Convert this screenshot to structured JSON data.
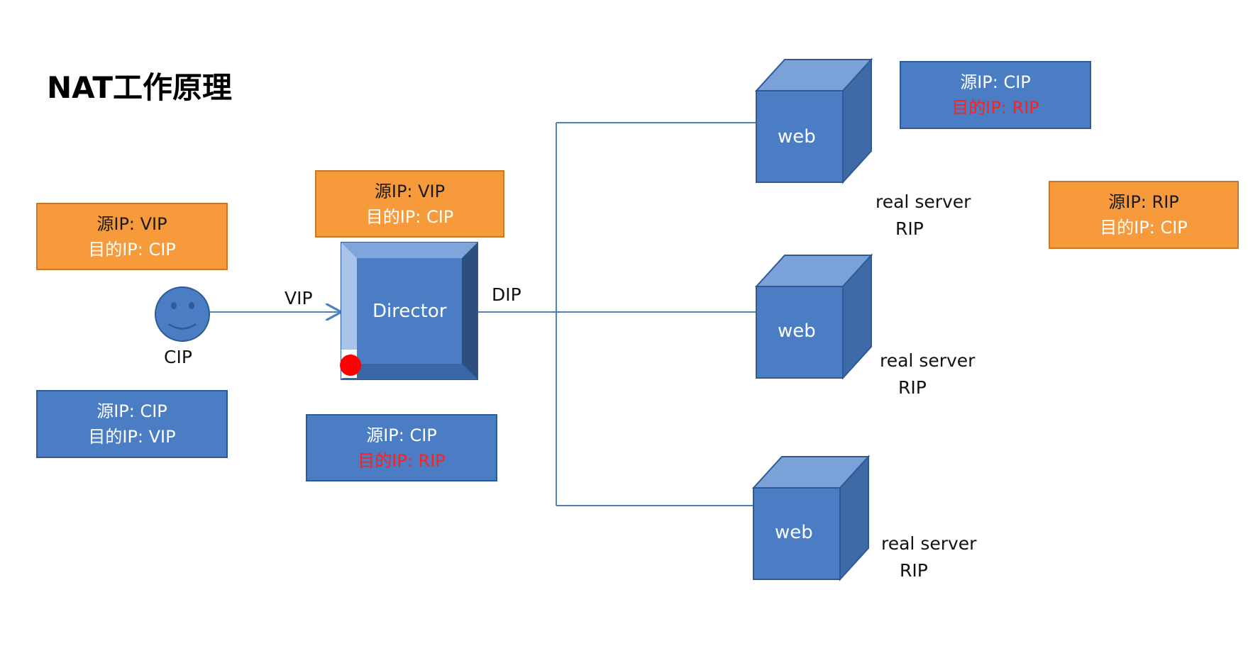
{
  "title": "NAT工作原理",
  "boxes": {
    "client_reply": {
      "src": "源IP: VIP",
      "dst": "目的IP: CIP"
    },
    "client_request": {
      "src": "源IP:  CIP",
      "dst": "目的IP:  VIP"
    },
    "director_reply": {
      "src": "源IP: VIP",
      "dst": "目的IP: CIP"
    },
    "director_request": {
      "src": "源IP:  CIP",
      "dst": "目的IP:  RIP"
    },
    "server_request": {
      "src": "源IP:  CIP",
      "dst": "目的IP:  RIP"
    },
    "server_reply": {
      "src": "源IP: RIP",
      "dst": "目的IP:  CIP"
    }
  },
  "nodes": {
    "client_label": "CIP",
    "director_label": "Director",
    "vip_label": "VIP",
    "dip_label": "DIP",
    "servers": [
      {
        "name": "web",
        "role": "real server",
        "ip": "RIP"
      },
      {
        "name": "web",
        "role": "real server",
        "ip": "RIP"
      },
      {
        "name": "web",
        "role": "real server",
        "ip": "RIP"
      }
    ]
  },
  "colors": {
    "orange": "#f79a3b",
    "blue": "#4a7dc4",
    "line": "#4f81bd",
    "red_text": "#ff2020",
    "marker": "#ff0000"
  }
}
